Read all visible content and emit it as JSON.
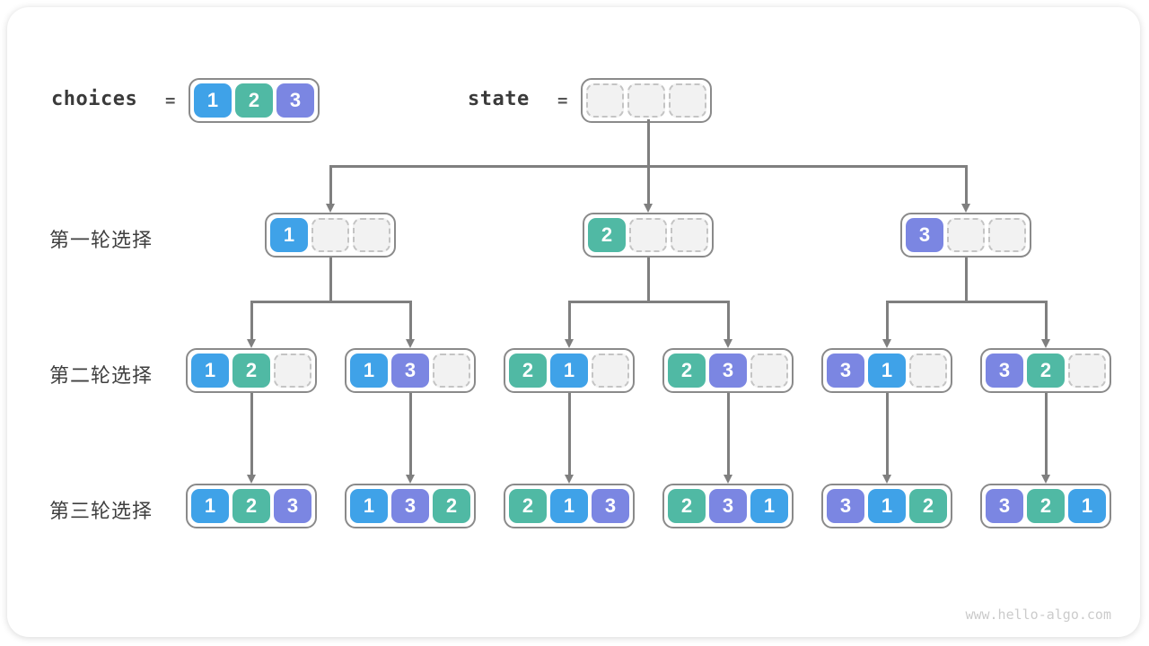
{
  "page": {
    "watermark": "www.hello-algo.com"
  },
  "colors": {
    "1": "#3fa2e8",
    "2": "#50b9a4",
    "3": "#7b86e2"
  },
  "line_color": "#7f7f7f",
  "header": {
    "choices_label": "choices",
    "choices_equals": "=",
    "choices_cells": [
      1,
      2,
      3
    ],
    "state_label": "state",
    "state_equals": "=",
    "state_cells": [
      null,
      null,
      null
    ]
  },
  "rows": [
    {
      "label": "第一轮选择",
      "boxes": [
        [
          1,
          null,
          null
        ],
        [
          2,
          null,
          null
        ],
        [
          3,
          null,
          null
        ]
      ]
    },
    {
      "label": "第二轮选择",
      "boxes": [
        [
          1,
          2,
          null
        ],
        [
          1,
          3,
          null
        ],
        [
          2,
          1,
          null
        ],
        [
          2,
          3,
          null
        ],
        [
          3,
          1,
          null
        ],
        [
          3,
          2,
          null
        ]
      ]
    },
    {
      "label": "第三轮选择",
      "boxes": [
        [
          1,
          2,
          3
        ],
        [
          1,
          3,
          2
        ],
        [
          2,
          1,
          3
        ],
        [
          2,
          3,
          1
        ],
        [
          3,
          1,
          2
        ],
        [
          3,
          2,
          1
        ]
      ]
    }
  ]
}
